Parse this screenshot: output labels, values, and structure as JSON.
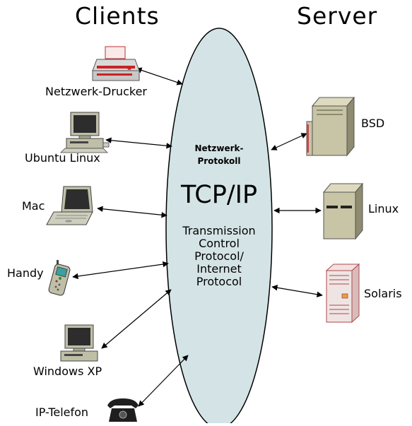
{
  "headers": {
    "clients": "Clients",
    "server": "Server"
  },
  "protocol": {
    "network_label_line1": "Netzwerk-",
    "network_label_line2": "Protokoll",
    "name": "TCP/IP",
    "expansion_lines": [
      "Transmission",
      "Control",
      "Protocol/",
      "Internet",
      "Protocol"
    ]
  },
  "clients": [
    {
      "label": "Netzwerk-Drucker",
      "icon": "printer-icon"
    },
    {
      "label": "Ubuntu Linux",
      "icon": "desktop-computer-icon"
    },
    {
      "label": "Mac",
      "icon": "laptop-icon"
    },
    {
      "label": "Handy",
      "icon": "mobile-phone-icon"
    },
    {
      "label": "Windows XP",
      "icon": "desktop-computer-icon"
    },
    {
      "label": "IP-Telefon",
      "icon": "telephone-icon"
    }
  ],
  "servers": [
    {
      "label": "BSD",
      "icon": "tower-server-icon"
    },
    {
      "label": "Linux",
      "icon": "tower-server-icon"
    },
    {
      "label": "Solaris",
      "icon": "tower-server-icon"
    }
  ],
  "colors": {
    "ellipse_fill": "#d4e4e6",
    "ellipse_stroke": "#000000",
    "printer_accent": "#cc2222",
    "server_beige": "#c8c4a6",
    "server_dark": "#8f8b70",
    "server_red": "#c24a4a"
  }
}
